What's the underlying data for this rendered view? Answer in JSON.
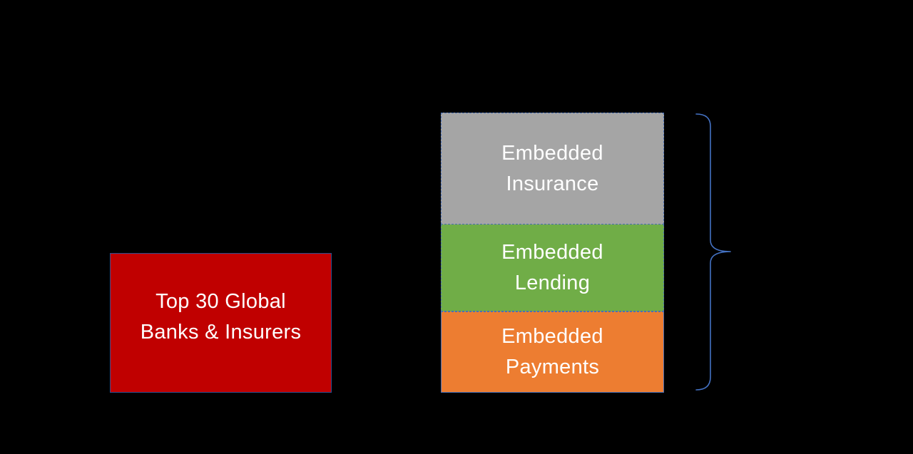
{
  "colors": {
    "background": "#000000",
    "bank_box": "#c00000",
    "insurance_box": "#a5a5a5",
    "lending_box": "#70ad47",
    "payments_box": "#ed7d31",
    "border": "#4a6fb5",
    "brace": "#4472c4",
    "text": "#ffffff"
  },
  "bank_box": {
    "line1": "Top 30 Global",
    "line2": "Banks & Insurers"
  },
  "stack": [
    {
      "line1": "Embedded",
      "line2": "Insurance"
    },
    {
      "line1": "Embedded",
      "line2": "Lending"
    },
    {
      "line1": "Embedded",
      "line2": "Payments"
    }
  ],
  "icons": {
    "brace": "right-curly-brace-icon"
  }
}
